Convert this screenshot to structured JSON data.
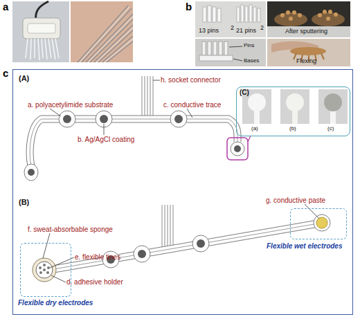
{
  "diagram": {
    "nodes": [
      {
        "text": [
          "(A)",
          "(B)"
        ]
      },
      {
        "text": [
          "(C)"
        ],
        "in": 0
      },
      {
        "text": [
          "Flexible dry electrodes"
        ],
        "in": 0
      },
      {
        "text": [
          "Flexible wet electrodes"
        ],
        "in": 0
      }
    ],
    "labels": [
      "a",
      "b",
      "13 pins",
      "2",
      "21 pins",
      "2",
      "After sputtering",
      "Pins",
      "Bases",
      "Flexing",
      "c",
      "a. polyacetylimide substrate",
      "b. Ag/AgCl coating",
      "c. conductive trace",
      "h. socket connector",
      "(a)",
      "(b)",
      "(c)",
      "f. sweat-absorbable sponge",
      "e. flexible tines",
      "d. adhesive holder",
      "g. conductive paste"
    ]
  }
}
